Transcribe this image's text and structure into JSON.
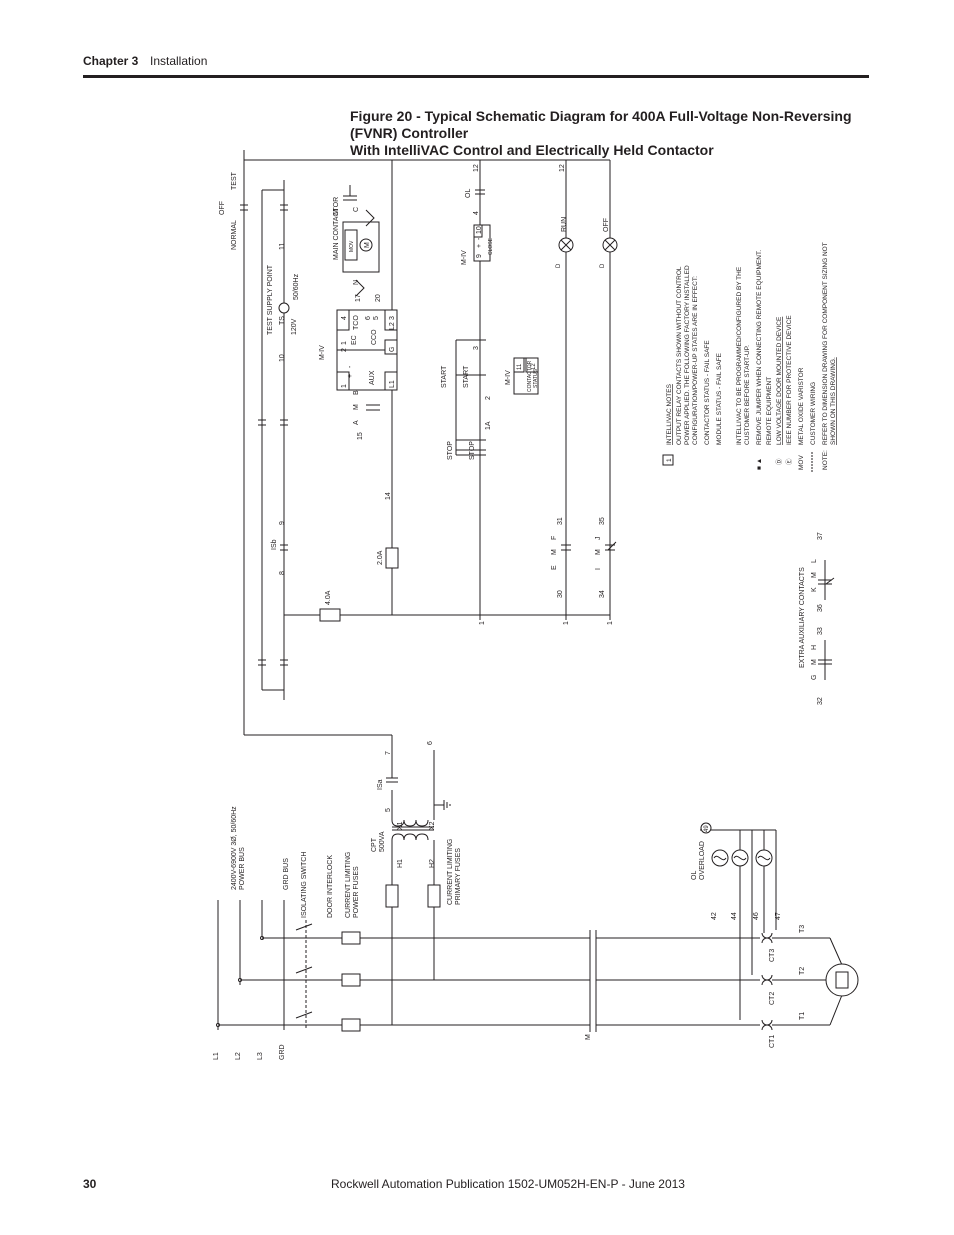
{
  "header": {
    "chapter": "Chapter 3",
    "section": "Installation"
  },
  "figure": {
    "title_line1": "Figure 20 - Typical Schematic Diagram for 400A Full-Voltage Non-Reversing (FVNR) Controller",
    "title_line2": "With IntelliVAC Control and Electrically Held Contactor"
  },
  "footer": {
    "page": "30",
    "publication": "Rockwell Automation Publication 1502-UM052H-EN-P - June 2013"
  },
  "schematic": {
    "power_bus": [
      "2400V-6900V 3Ø, 50/60Hz",
      "POWER BUS"
    ],
    "lines": [
      "L1",
      "L2",
      "L3",
      "GRD"
    ],
    "grd_bus": "GRD BUS",
    "isolating_switch": "ISOLATING SWITCH",
    "door_interlock": "DOOR INTERLOCK",
    "power_fuses": [
      "CURRENT LIMITING",
      "POWER FUSES"
    ],
    "primary_fuses": [
      "CURRENT LIMITING",
      "PRIMARY FUSES"
    ],
    "cpt": [
      "CPT",
      "500VA"
    ],
    "cpt_terminals": [
      "H1",
      "H2",
      "X1",
      "X2"
    ],
    "contact_m": "M",
    "ct_labels": [
      "CT1",
      "CT2",
      "CT3"
    ],
    "motor_terminals": [
      "T1",
      "T2",
      "T3"
    ],
    "overload": [
      "OL",
      "OVERLOAD",
      "49"
    ],
    "ol_wires": [
      "42",
      "44",
      "46",
      "47"
    ],
    "wire_numbers": {
      "w5": "5",
      "w6": "6",
      "w7": "7",
      "w8": "8",
      "w9": "9",
      "w10": "10",
      "w11": "11",
      "w12": "12",
      "w14": "14",
      "w15": "15",
      "w17": "17",
      "w20": "20"
    },
    "isa": "ISa",
    "isb": "ISb",
    "fuse_4a": "4.0A",
    "fuse_2a": "2.0A",
    "normal": "NORMAL",
    "off": "OFF",
    "test": "TEST",
    "test_supply": "TEST SUPPLY POINT",
    "ts": "TS",
    "v120": "120V",
    "hz": "50/60Hz",
    "main_contactor": "MAIN CONTACTOR",
    "mcont_letters": [
      "M",
      "C",
      "N"
    ],
    "mcont_boxes": [
      "MOV",
      "M"
    ],
    "ab_letters": [
      "A",
      "M",
      "B"
    ],
    "m_iv": "M-IV",
    "iv_terms": [
      "1",
      "2",
      "1",
      "4",
      "3",
      "6",
      "5",
      "L2",
      "G",
      "L1"
    ],
    "iv_blocks": [
      "EC",
      "AUX",
      "TCO",
      "CCO"
    ],
    "iv_pm": [
      "-",
      "+"
    ],
    "stop": "STOP",
    "start": "START",
    "start_wires": [
      "3",
      "2",
      "1A",
      "1"
    ],
    "cs": [
      "CONTACTOR",
      "STATUS"
    ],
    "cs_terms": [
      "11",
      "12"
    ],
    "m_iv_close": {
      "label": "M-IV",
      "terms": [
        "9",
        "+",
        "-",
        "10"
      ],
      "sub": "CLOSE"
    },
    "ol_top": {
      "label": "OL",
      "wires": [
        "4",
        "12"
      ]
    },
    "run": "RUN",
    "off_lamp": "OFF",
    "lamp_letters": [
      "D",
      "D"
    ],
    "run_rung": {
      "wires": [
        "30",
        "31",
        "1"
      ],
      "letters": [
        "E",
        "M",
        "F"
      ]
    },
    "off_rung": {
      "wires": [
        "34",
        "35",
        "1"
      ],
      "letters": [
        "I",
        "M",
        "J"
      ]
    },
    "extra_aux": "EXTRA AUXILIARY CONTACTS",
    "aux_wires": [
      "32",
      "33",
      "36",
      "37"
    ],
    "aux_letters": [
      "G",
      "M",
      "H",
      "K",
      "M",
      "L"
    ],
    "notes": {
      "badge": "1",
      "heading": "INTELLIVAC NOTES",
      "lines": [
        "OUTPUT RELAY CONTACTS SHOWN WITHOUT CONTROL",
        "POWER APPLIED. THE FOLLOWING FACTORY INSTALLED",
        "CONFIGURATION/POWER-UP STATES ARE IN EFFECT:",
        "CONTACTOR STATUS - FAIL SAFE",
        "MODULE STATUS - FAIL SAFE",
        "INTELLIVAC TO BE PROGRAMMED/CONFIGURED BY THE",
        "CUSTOMER BEFORE START-UP."
      ],
      "legend": [
        {
          "sym": "■ ▲",
          "text": "REMOVE JUMPER WHEN CONNECTING REMOTE EQUIPMENT."
        },
        {
          "sym": "",
          "text": "REMOTE EQUIPMENT"
        },
        {
          "sym": "Ⓓ",
          "text": "LOW VOLTAGE DOOR MOUNTED DEVICE"
        },
        {
          "sym": "Ⓔ",
          "text": "IEEE NUMBER FOR PROTECTIVE DEVICE"
        },
        {
          "sym": "MOV",
          "text": "METAL OXIDE VARISTOR"
        },
        {
          "sym": "",
          "text": "CUSTOMER WIRING"
        }
      ],
      "note_label": "NOTE:",
      "note_lines": [
        "REFER TO DIMENSION DRAWING FOR COMPONENT SIZING NOT",
        "SHOWN ON THIS DRAWING."
      ]
    }
  }
}
